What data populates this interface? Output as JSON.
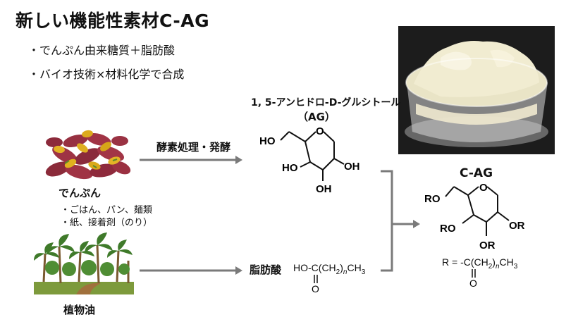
{
  "title": "新しい機能性素材C-AG",
  "bullets": [
    "・でんぷん由来糖質＋脂肪酸",
    "・バイオ技術×材料化学で合成"
  ],
  "starch": {
    "label": "でんぷん",
    "uses": [
      "・ごはん、パン、麺類",
      "・紙、接着剤（のり）"
    ]
  },
  "veg_oil": {
    "label": "植物油"
  },
  "process1": "酵素処理・発酵",
  "ag": {
    "name": "1, 5-アンヒドロ-D-グルシトール",
    "abbr": "（AG）",
    "groups": [
      "HO",
      "HO",
      "OH",
      "OH",
      "O"
    ]
  },
  "fatty_acid": {
    "label": "脂肪酸",
    "formula_prefix": "HO-C",
    "formula_mid": "(CH",
    "sub2": "2",
    "paren": ")",
    "n": "n",
    "tail": "CH",
    "sub3": "3",
    "carbonyl_o": "O"
  },
  "cag": {
    "title": "C-AG",
    "groups": [
      "RO",
      "RO",
      "OR",
      "OR",
      "O"
    ],
    "r_def_prefix": "R = -C",
    "r_def_mid": "(CH",
    "sub2": "2",
    "paren": ")",
    "n": "n",
    "tail": "CH",
    "sub3": "3",
    "carbonyl_o": "O"
  },
  "colors": {
    "arrow": "#7a7a7a",
    "text": "#111111",
    "photo_bg": "#1a1a1a",
    "powder": "#efe9c9"
  },
  "icons": [
    "sweet-potato-pile-image",
    "palm-trees-image",
    "powder-dish-photo"
  ]
}
